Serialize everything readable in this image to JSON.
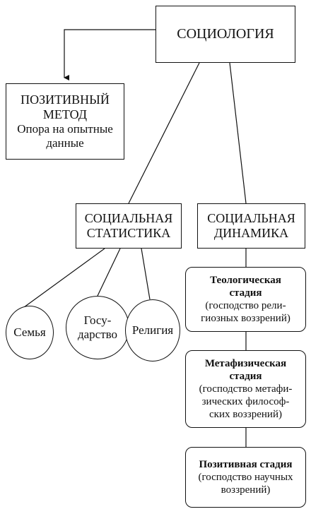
{
  "nodes": {
    "sociology": "СОЦИОЛОГИЯ",
    "positive_method": {
      "title_line1": "ПОЗИТИВНЫЙ",
      "title_line2": "МЕТОД",
      "desc_line1": "Опора на опытные",
      "desc_line2": "данные"
    },
    "social_statics": {
      "line1": "СОЦИАЛЬНАЯ",
      "line2": "СТАТИСТИКА"
    },
    "social_dynamics": {
      "line1": "СОЦИАЛЬНАЯ",
      "line2": "ДИНАМИКА"
    },
    "family": "Семья",
    "state": {
      "line1": "Госу-",
      "line2": "дарство"
    },
    "religion": "Религия",
    "theological": {
      "title_line1": "Теологическая",
      "title_line2": "стадия",
      "desc_line1": "(господство рели-",
      "desc_line2": "гиозных воззрений)"
    },
    "metaphysical": {
      "title_line1": "Метафизическая",
      "title_line2": "стадия",
      "desc_line1": "(господство метафи-",
      "desc_line2": "зических философ-",
      "desc_line3": "ских воззрений)"
    },
    "positive_stage": {
      "title": "Позитивная стадия",
      "desc_line1": "(господство научных",
      "desc_line2": "воззрений)"
    }
  }
}
